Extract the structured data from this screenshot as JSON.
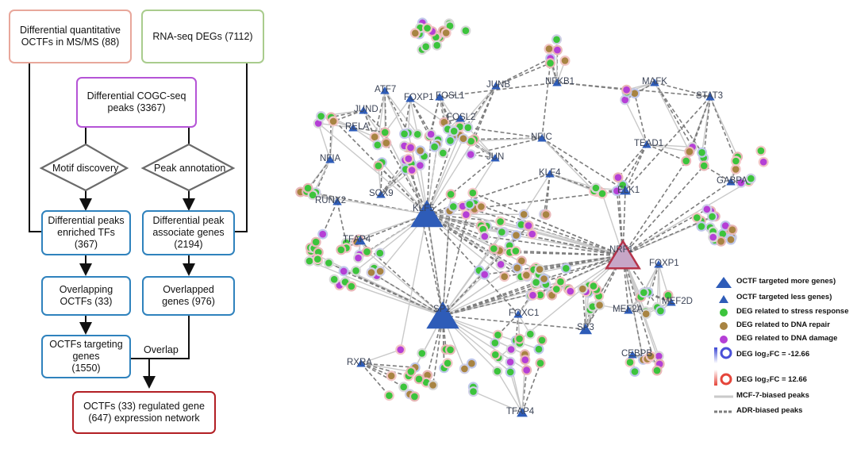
{
  "flowchart": {
    "box_ms": "Differential quantitative\nOCTFs in MS/MS (88)",
    "box_rnaseq": "RNA-seq DEGs (7112)",
    "box_cogc": "Differential COGC-seq\npeaks (3367)",
    "diamond_motif": "Motif discovery",
    "diamond_peak": "Peak annotation",
    "box_enriched": "Differential peaks\nenriched TFs\n(367)",
    "box_associate": "Differential peak\nassociate genes\n(2194)",
    "box_overlap_octfs": "Overlapping\nOCTFs (33)",
    "box_overlapped_genes": "Overlapped\ngenes (976)",
    "box_targeting": "OCTFs targeting\ngenes\n(1550)",
    "label_overlap": "Overlap",
    "box_final": "OCTFs (33) regulated gene\n(647) expression network"
  },
  "network": {
    "tf_labels": [
      "ATF7",
      "FOXP1",
      "FOSL1",
      "JUNB",
      "NFKB1",
      "MAFK",
      "STAT3",
      "JUND",
      "RELA",
      "FOSL2",
      "NFIC",
      "TEAD1",
      "NFIA",
      "JUN",
      "KLF4",
      "ELK1",
      "GABPA",
      "RUNX2",
      "SOX9",
      "KLF5",
      "TFAP4",
      "NRF1",
      "FOXP1",
      "SP1",
      "FOXC1",
      "MEF2A",
      "MEF2D",
      "SP3",
      "CEBPB",
      "RXRA",
      "TFAP4"
    ]
  },
  "legend": {
    "items": [
      {
        "label": "OCTF targeted more genes)",
        "symbol": "triangle-large-icon"
      },
      {
        "label": "OCTF targeted less genes)",
        "symbol": "triangle-small-icon"
      },
      {
        "label": "DEG related to stress response",
        "symbol": "green-dot-icon",
        "color": "#3cc43c"
      },
      {
        "label": "DEG related to DNA repair",
        "symbol": "brown-dot-icon",
        "color": "#a88442"
      },
      {
        "label": "DEG related to DNA damage",
        "symbol": "purple-dot-icon",
        "color": "#b53fd6"
      },
      {
        "label": "DEG log₂FC = -12.66",
        "symbol": "blue-ring-icon",
        "color": "#4a50d8"
      },
      {
        "label": "DEG log₂FC = 12.66",
        "symbol": "red-ring-icon",
        "color": "#e5453a"
      },
      {
        "label": "MCF-7-biased peaks",
        "symbol": "solid-line-icon"
      },
      {
        "label": "ADR-biased peaks",
        "symbol": "dashed-line-icon"
      }
    ]
  },
  "colors": {
    "tf_blue": "#2e5cb8",
    "nrf1_fill": "#c7a6c7",
    "nrf1_stroke": "#b5334a",
    "edge_solid": "#c9c9c9",
    "edge_dashed": "#7d7d7d",
    "green": "#3cc43c",
    "brown": "#a88442",
    "purple": "#b53fd6"
  }
}
